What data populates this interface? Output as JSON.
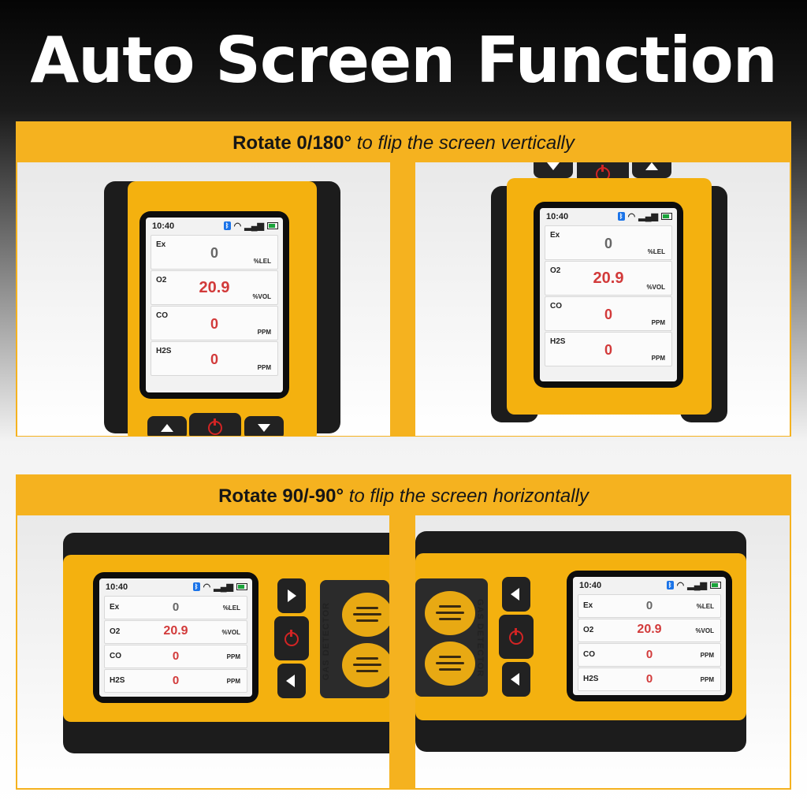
{
  "headline": "Auto Screen Function",
  "top_caption": {
    "bold": "Rotate 0/180°",
    "italic": "to flip the screen vertically"
  },
  "bottom_caption": {
    "bold": "Rotate 90/-90°",
    "italic": "to flip the screen horizontally"
  },
  "device_label": "GAS DETECTOR",
  "screen": {
    "time": "10:40",
    "rows": [
      {
        "gas": "Ex",
        "value": "0",
        "unit": "%LEL"
      },
      {
        "gas": "O2",
        "value": "20.9",
        "unit": "%VOL"
      },
      {
        "gas": "CO",
        "value": "0",
        "unit": "PPM"
      },
      {
        "gas": "H2S",
        "value": "0",
        "unit": "PPM"
      }
    ]
  },
  "colors": {
    "accent": "#f5b21f",
    "reading_red": "#d23a3a",
    "reading_gray": "#666666"
  }
}
